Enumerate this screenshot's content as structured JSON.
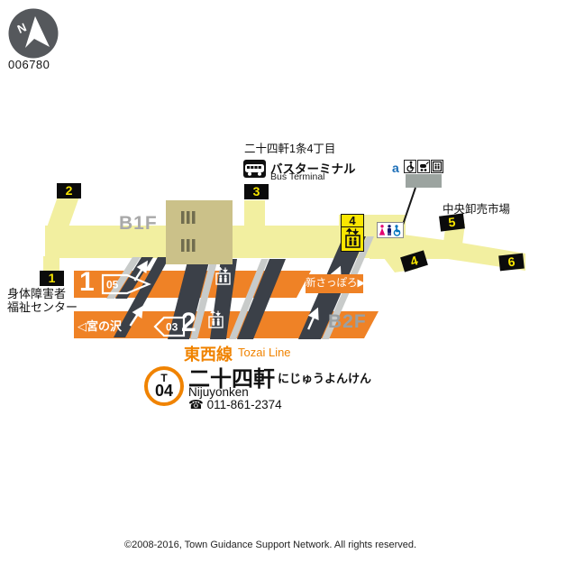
{
  "compass": {
    "label_n": "N",
    "map_id": "006780"
  },
  "map": {
    "floors": {
      "b1f": "B1F",
      "b2f": "B2F"
    },
    "exits": {
      "exit1": "1",
      "exit2": "2",
      "exit3": "3",
      "exit4": "4",
      "exit4_elevator": "4",
      "exit5": "5",
      "exit6": "6"
    },
    "entrance_a": "a",
    "landmarks": {
      "address_block": "二十四軒1条4丁目",
      "bus_terminal_jp": "バスターミナル",
      "bus_terminal_en": "Bus Terminal",
      "wholesale_market": "中央卸売市場",
      "welfare_center_line1": "身体障害者",
      "welfare_center_line2": "福祉センター"
    },
    "platforms": {
      "platform1": {
        "number": "1",
        "next_station_code": "05",
        "direction": "新さっぽろ▶"
      },
      "platform2": {
        "number": "2",
        "next_station_code": "03",
        "direction": "◁宮の沢"
      }
    }
  },
  "station": {
    "line_name_jp": "東西線",
    "line_name_en": "Tozai Line",
    "code_letter": "T",
    "code_number": "04",
    "name_jp": "二十四軒",
    "name_kana": "にじゅうよんけん",
    "name_en": "Nijuyonken",
    "phone": "☎ 011-861-2374"
  },
  "footer": {
    "copyright": "©2008-2016, Town Guidance Support Network. All rights reserved."
  },
  "colors": {
    "line_orange": "#ef8226",
    "concourse_yellow": "#f2efa0",
    "building_khaki": "#cbc189",
    "exit_number_yellow": "#f6e400",
    "ramp_dark": "#3b4048",
    "entrance_a_blue": "#1b6eb8",
    "gray_building": "#9ca4a0"
  }
}
